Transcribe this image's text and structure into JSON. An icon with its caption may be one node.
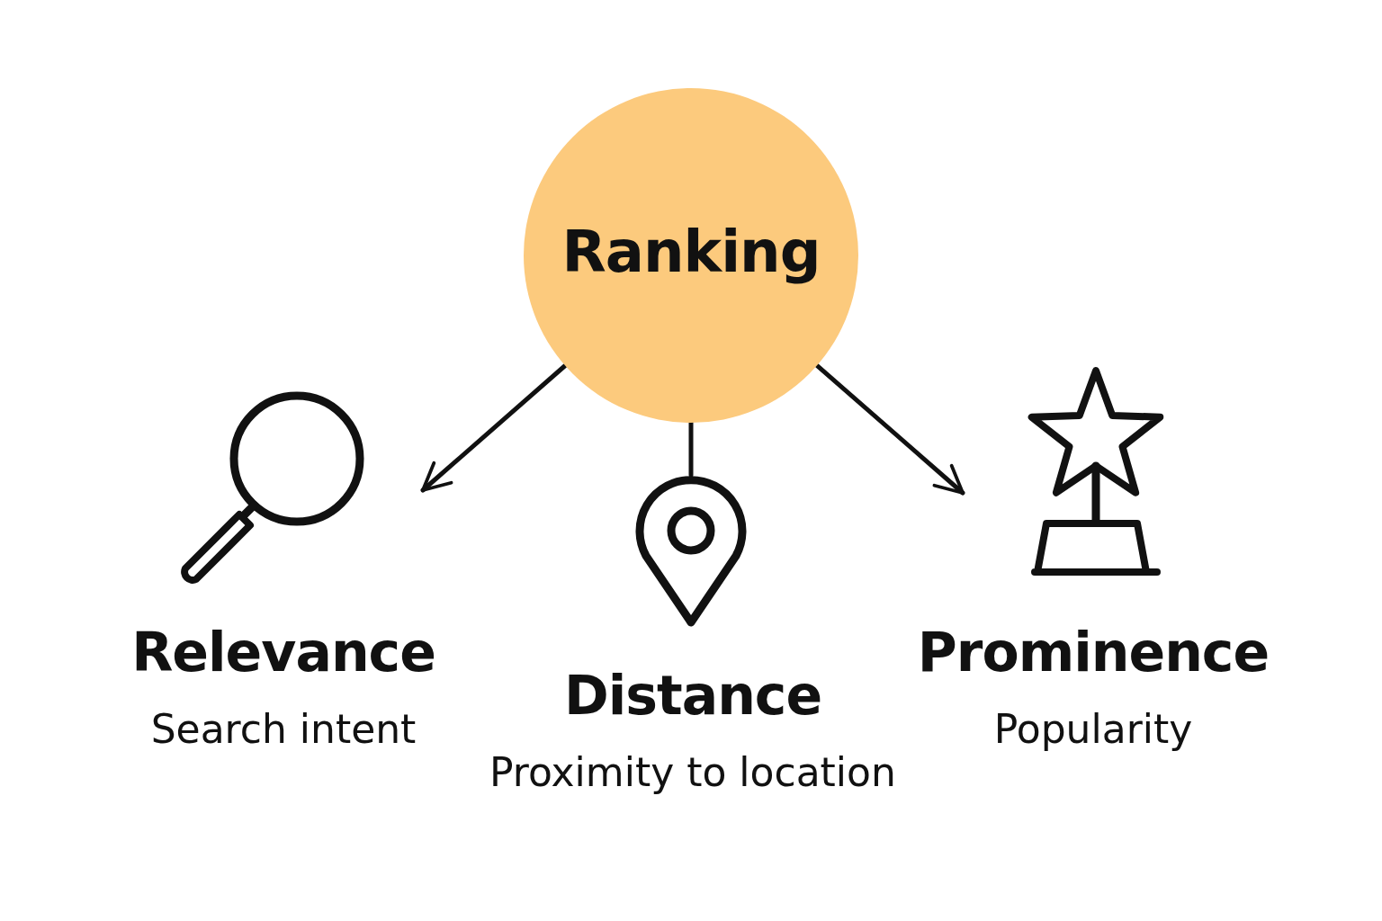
{
  "diagram": {
    "nodes": [
      {
        "text": [
          "Ranking"
        ]
      },
      {
        "text": [
          "Relevance",
          "Search intent"
        ]
      },
      {
        "text": [
          "Distance",
          "Proximity to location"
        ]
      },
      {
        "text": [
          "Prominence",
          "Popularity"
        ]
      }
    ],
    "edges": [
      {
        "from": 0,
        "to": 1,
        "arrow": "to"
      },
      {
        "from": 0,
        "to": 2,
        "arrow": "none"
      },
      {
        "from": 0,
        "to": 3,
        "arrow": "to"
      }
    ]
  }
}
